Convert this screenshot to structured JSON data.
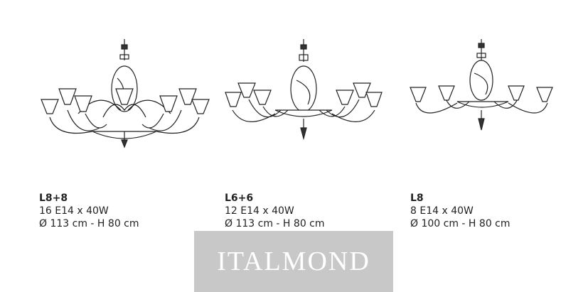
{
  "products": [
    {
      "model": "L8+8",
      "bulbs": "16 E14 x 40W",
      "dimensions": "Ø 113 cm - H 80 cm",
      "image": "chandelier-16-lights"
    },
    {
      "model": "L6+6",
      "bulbs": "12 E14 x 40W",
      "dimensions": "Ø 113 cm - H 80 cm",
      "image": "chandelier-12-lights"
    },
    {
      "model": "L8",
      "bulbs": "8 E14 x 40W",
      "dimensions": "Ø 100 cm - H 80 cm",
      "image": "chandelier-8-lights"
    }
  ],
  "watermark": {
    "text": "ITALMOND",
    "color": "#c8c8c8"
  }
}
